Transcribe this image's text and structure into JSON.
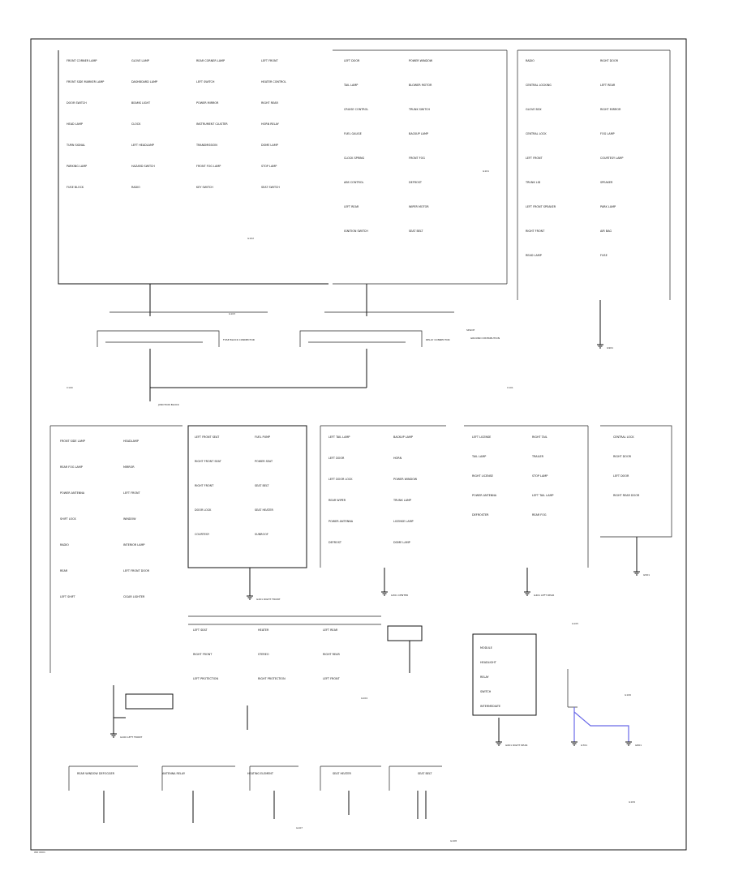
{
  "diagram": {
    "page_title": "",
    "code_labels": {
      "top_left": "G102",
      "top_center": "G101",
      "top_right": "G103",
      "mid_left_tag": "C100",
      "mid_right_tag": "C101",
      "sub_left": "G104",
      "sub_center": "G105",
      "sub_right": "G106",
      "bottom_a": "G107",
      "bottom_b": "G108",
      "bottom_c": "G109",
      "footer": "WD 0001"
    },
    "blocks": {
      "top_left": [
        "FRONT CORNER LAMP",
        "GLOVE LAMP",
        "REAR CORNER LAMP",
        "LEFT FRONT",
        "FRONT SIDE MARKER LAMP",
        "DASHBOARD LAMP",
        "LEFT SWITCH",
        "HEATER CONTROL",
        "DOOR SWITCH",
        "BEAMS LIGHT",
        "POWER MIRROR",
        "RIGHT REAR",
        "HEAD LAMP",
        "CLOCK",
        "INSTRUMENT CLUSTER",
        "HORN RELAY",
        "TURN SIGNAL",
        "LEFT HEADLAMP",
        "TRANSMISSION",
        "DOME LAMP",
        "PARKING LAMP",
        "HAZARD SWITCH",
        "FRONT FOG LAMP",
        "STOP LAMP",
        "FUSE BLOCK",
        "RADIO",
        "KEY SWITCH",
        "SEAT SWITCH"
      ],
      "top_center": [
        "LEFT DOOR",
        "POWER WINDOW",
        "TAIL LAMP",
        "BLOWER MOTOR",
        "CRUISE CONTROL",
        "TRUNK SWITCH",
        "FUEL GAUGE",
        "BACKUP LAMP",
        "CLOCK SPRING",
        "FRONT FOG",
        "ABS CONTROL",
        "DEFROST",
        "LEFT REAR",
        "WIPER MOTOR",
        "IGNITION SWITCH",
        "SEAT BELT"
      ],
      "top_right": [
        "RADIO",
        "RIGHT DOOR",
        "CENTRAL LOCKING",
        "LEFT REAR",
        "GLOVE BOX",
        "RIGHT MIRROR",
        "CENTRAL LOCK",
        "FOG LAMP",
        "LEFT FRONT",
        "COURTESY LAMP",
        "TRUNK LID",
        "SPEAKER",
        "LEFT FRONT SPEAKER",
        "PARK LAMP",
        "RIGHT FRONT",
        "AIR BAG",
        "READ LAMP",
        "FUSE"
      ],
      "mid_left": [
        "FRONT SIDE LAMP",
        "HEADLAMP",
        "REAR FOG LAMP",
        "MIRROR",
        "POWER ANTENNA",
        "LEFT FRONT",
        "SHIFT LOCK",
        "WINDOW",
        "RADIO",
        "INTERIOR LAMP",
        "REAR",
        "LEFT FRONT DOOR",
        "LEFT SHIFT",
        "CIGAR LIGHTER"
      ],
      "mid_center_left": [
        "LEFT FRONT SEAT",
        "FUEL PUMP",
        "RIGHT FRONT SEAT",
        "POWER SEAT",
        "RIGHT FRONT",
        "SEAT BELT",
        "DOOR LOCK",
        "SEAT HEATER",
        "COURTESY",
        "SUNROOF"
      ],
      "mid_center": [
        "LEFT TAIL LAMP",
        "BACKUP LAMP",
        "LEFT DOOR",
        "HORN",
        "LEFT DOOR LOCK",
        "POWER WINDOW",
        "REAR WIPER",
        "TRUNK LAMP",
        "POWER ANTENNA",
        "LICENSE LAMP",
        "DEFROST",
        "DOME LAMP"
      ],
      "mid_center_right": [
        "LEFT LICENSE",
        "RIGHT TAIL",
        "TAIL LAMP",
        "TRAILER",
        "RIGHT LICENSE",
        "STOP LAMP",
        "POWER ANTENNA",
        "LEFT TAIL LAMP",
        "DEFROSTER",
        "REAR FOG"
      ],
      "mid_right": [
        "CENTRAL LOCK",
        "RIGHT DOOR",
        "LEFT DOOR",
        "RIGHT REAR DOOR"
      ],
      "lower_center": [
        "LEFT SEAT",
        "HEATER",
        "LEFT REAR",
        "RIGHT FRONT",
        "STEREO",
        "RIGHT REAR",
        "LEFT PROTECTION",
        "RIGHT PROTECTION",
        "LEFT FRONT"
      ],
      "lower_right": [
        "MODULE",
        "HEADLIGHT",
        "RELAY",
        "SWITCH",
        "INTERMEDIATE"
      ],
      "bottom_labels": [
        "REAR WINDOW DEFOGGER",
        "ANTENNA RELAY",
        "HEATING ELEMENT",
        "SEAT HEATER",
        "SEAT BELT"
      ]
    },
    "ground_labels": {
      "g1": "G100 LEFT FRONT",
      "g2": "G201 RIGHT FRONT",
      "g3": "G301 CENTER",
      "g4": "G401 LEFT REAR",
      "g5": "G501",
      "g6": "G601 RIGHT REAR",
      "g7": "G701",
      "g8": "G801",
      "g9": "G901"
    },
    "connector_labels": {
      "c1": "FUSE BLOCK CONNECTOR",
      "c2": "RELAY CONNECTOR",
      "c3": "SPLICE",
      "c4": "JUNCTION BLOCK",
      "c5": "GROUND DISTRIBUTION"
    },
    "colors": {
      "line": "#111111",
      "accent_wire": "#6a6ae8",
      "background": "#ffffff"
    }
  }
}
